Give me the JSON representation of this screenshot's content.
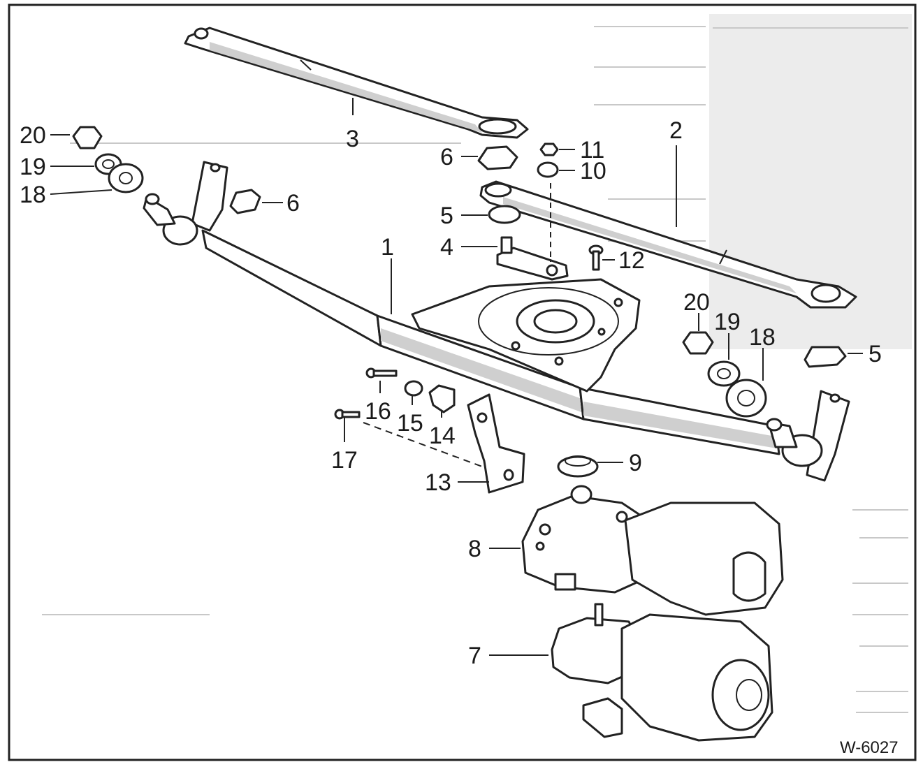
{
  "figure": {
    "id_label": "W-6027",
    "callouts": [
      {
        "key": "c1",
        "label": "1"
      },
      {
        "key": "c2",
        "label": "2"
      },
      {
        "key": "c3",
        "label": "3"
      },
      {
        "key": "c4",
        "label": "4"
      },
      {
        "key": "c5a",
        "label": "5"
      },
      {
        "key": "c5b",
        "label": "5"
      },
      {
        "key": "c6a",
        "label": "6"
      },
      {
        "key": "c6b",
        "label": "6"
      },
      {
        "key": "c7",
        "label": "7"
      },
      {
        "key": "c8",
        "label": "8"
      },
      {
        "key": "c9",
        "label": "9"
      },
      {
        "key": "c10",
        "label": "10"
      },
      {
        "key": "c11",
        "label": "11"
      },
      {
        "key": "c12",
        "label": "12"
      },
      {
        "key": "c13",
        "label": "13"
      },
      {
        "key": "c14",
        "label": "14"
      },
      {
        "key": "c15",
        "label": "15"
      },
      {
        "key": "c16",
        "label": "16"
      },
      {
        "key": "c17",
        "label": "17"
      },
      {
        "key": "c18a",
        "label": "18"
      },
      {
        "key": "c18b",
        "label": "18"
      },
      {
        "key": "c19a",
        "label": "19"
      },
      {
        "key": "c19b",
        "label": "19"
      },
      {
        "key": "c20a",
        "label": "20"
      },
      {
        "key": "c20b",
        "label": "20"
      }
    ]
  }
}
